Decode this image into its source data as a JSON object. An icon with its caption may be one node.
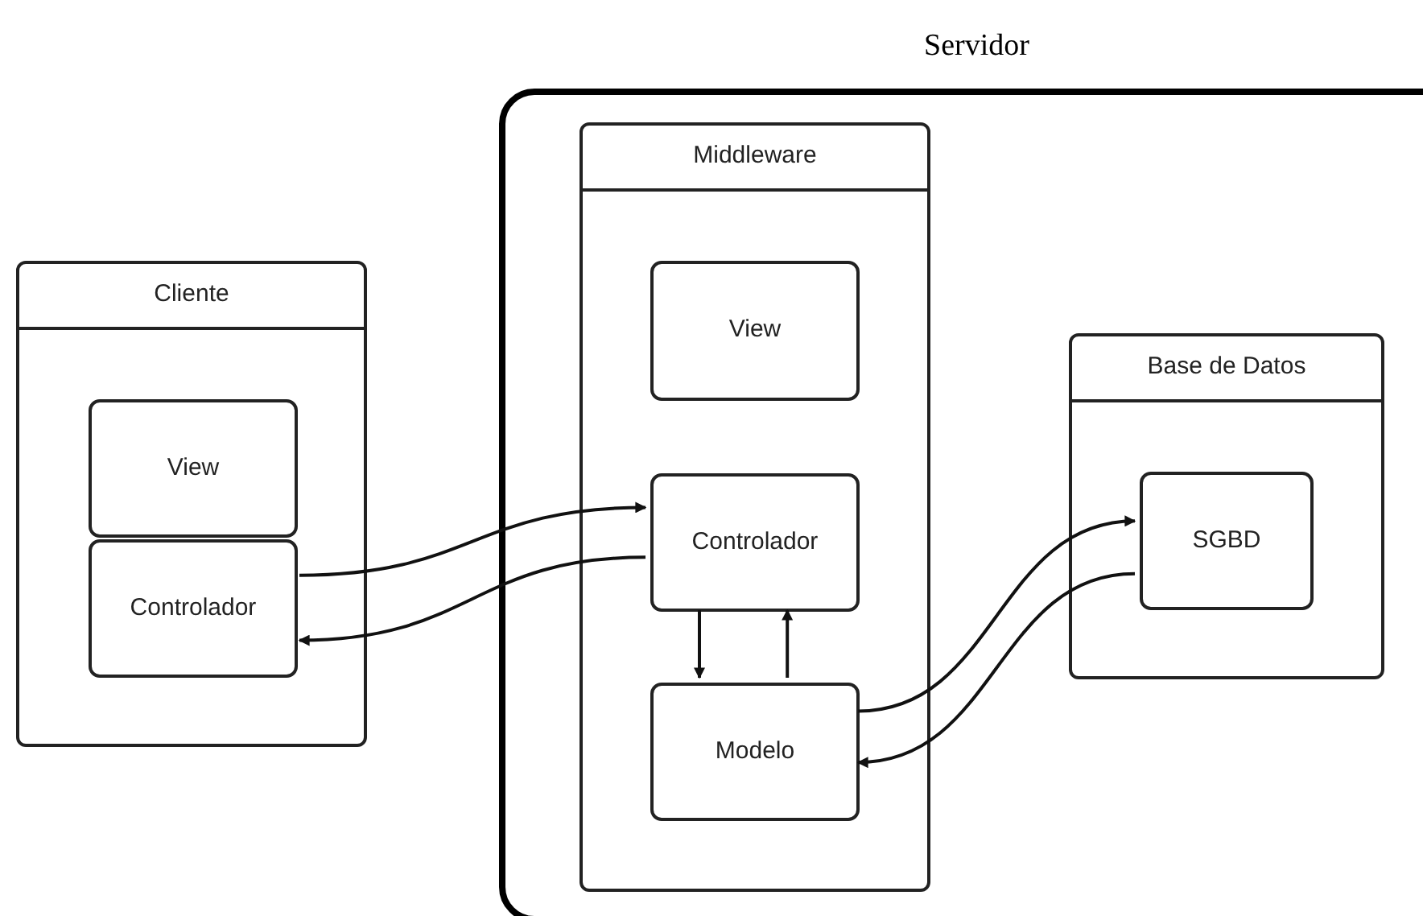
{
  "diagram": {
    "nodes": [
      {
        "text": [
          "Servidor"
        ]
      },
      {
        "text": [
          "Cliente"
        ]
      },
      {
        "text": [
          "View"
        ],
        "in": 1
      },
      {
        "text": [
          "Controlador"
        ],
        "in": 1
      },
      {
        "text": [
          "Middleware"
        ],
        "in": 0
      },
      {
        "text": [
          "View"
        ],
        "in": 4
      },
      {
        "text": [
          "Controlador"
        ],
        "in": 4
      },
      {
        "text": [
          "Modelo"
        ],
        "in": 4
      },
      {
        "text": [
          "Base de Datos"
        ],
        "in": 0
      },
      {
        "text": [
          "SGBD"
        ],
        "in": 8
      }
    ],
    "edges": [
      {
        "from": 3,
        "to": 6,
        "arrow": "to"
      },
      {
        "from": 6,
        "to": 3,
        "arrow": "to"
      },
      {
        "from": 6,
        "to": 7,
        "arrow": "to"
      },
      {
        "from": 7,
        "to": 6,
        "arrow": "to"
      },
      {
        "from": 7,
        "to": 9,
        "arrow": "to"
      },
      {
        "from": 9,
        "to": 7,
        "arrow": "to"
      }
    ]
  }
}
